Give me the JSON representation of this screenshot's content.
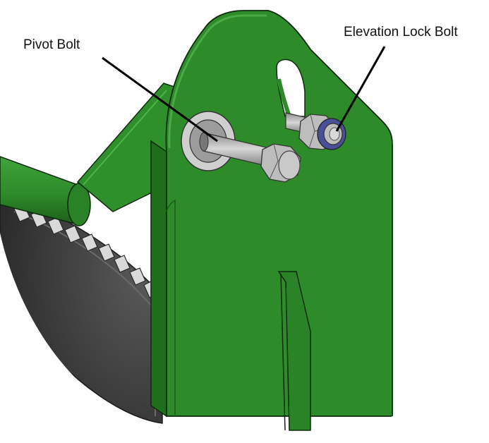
{
  "labels": {
    "pivot_bolt": "Pivot Bolt",
    "elevation_lock_bolt": "Elevation Lock Bolt"
  },
  "colors": {
    "frame_green": "#2e8b2a",
    "frame_green_dark": "#1f6e1c",
    "frame_green_light": "#3fa33a",
    "outline": "#0d2a0c",
    "tire_dark": "#3a3a3a",
    "tire_mid": "#555555",
    "bolt_gray": "#b9b9b9",
    "bolt_dark": "#7a7a7a",
    "washer": "#c9c9c9",
    "washer_blue": "#4a4f9a",
    "leader": "#000000"
  },
  "icons": {
    "pivot_bolt": "pivot-bolt-hex-head",
    "elevation_lock_bolt": "elevation-lock-bolt-hex-nut"
  }
}
